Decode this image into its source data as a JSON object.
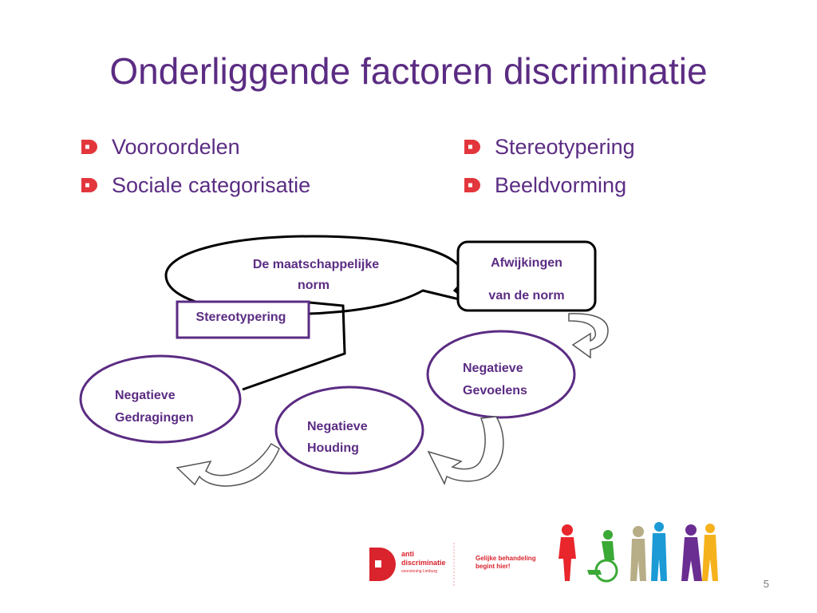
{
  "slide": {
    "title": "Onderliggende factoren discriminatie",
    "number": "5"
  },
  "bullets": {
    "left": [
      "Vooroordelen",
      "Sociale categorisatie"
    ],
    "right": [
      "Stereotypering",
      "Beeldvorming"
    ]
  },
  "diagram": {
    "norm_line1": "De maatschappelijke",
    "norm_line2": "norm",
    "deviations_line1": "Afwijkingen",
    "deviations_line2": "van de norm",
    "stereotyping_box": "Stereotypering",
    "feelings_line1": "Negatieve",
    "feelings_line2": "Gevoelens",
    "behaviour_line1": "Negatieve",
    "behaviour_line2": "Gedragingen",
    "attitude_line1": "Negatieve",
    "attitude_line2": "Houding"
  },
  "footer": {
    "logo_word1": "anti",
    "logo_word2": "discriminatie",
    "logo_sub": "voorziening Limburg",
    "tagline_line1": "Gelijke behandeling",
    "tagline_line2": "begint hier!"
  },
  "colors": {
    "purple": "#5b2c83",
    "bullet_red": "#e2363c",
    "brand_red": "#d9232d",
    "arrow_gray": "#c8c8c8"
  }
}
